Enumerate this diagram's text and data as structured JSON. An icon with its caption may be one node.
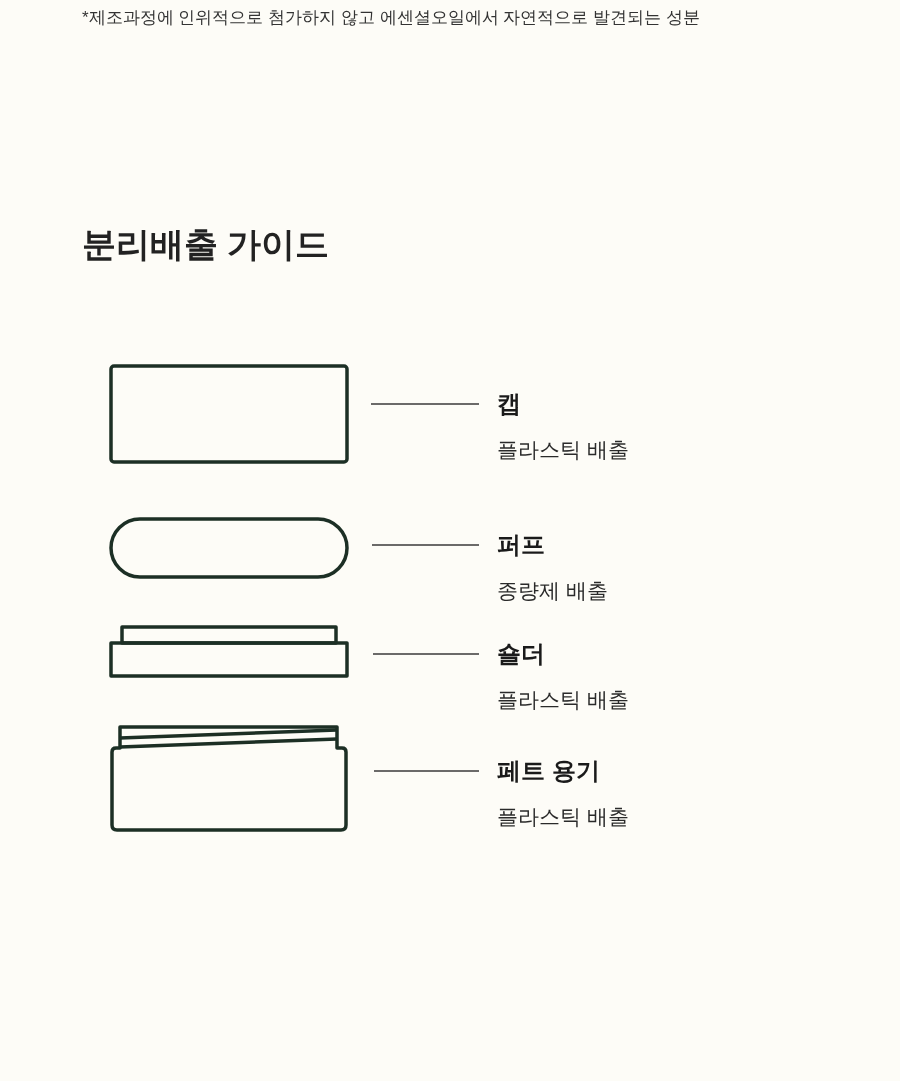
{
  "diagram": {
    "title": "분리배출 가이드",
    "nodes": [
      {
        "text": [],
        "shape": "box"
      },
      {
        "text": [
          "캡",
          "플라스틱 배출"
        ]
      },
      {
        "text": [],
        "shape": "box"
      },
      {
        "text": [
          "퍼프",
          "종량제 배출"
        ]
      },
      {
        "text": [],
        "shape": "box"
      },
      {
        "text": [
          "숄더",
          "플라스틱 배출"
        ]
      },
      {
        "text": [],
        "shape": "picture"
      },
      {
        "text": [
          "페트 용기",
          "플라스틱 배출"
        ]
      }
    ],
    "edges": [
      {
        "from": 1,
        "to": 0,
        "arrow": "none"
      },
      {
        "from": 3,
        "to": 2,
        "arrow": "none"
      },
      {
        "from": 5,
        "to": 4,
        "arrow": "none"
      },
      {
        "from": 7,
        "to": 6,
        "arrow": "none"
      }
    ],
    "labels": [
      "*제조과정에 인위적으로 첨가하지 않고 에센셜오일에서 자연적으로 발견되는 성분"
    ]
  }
}
